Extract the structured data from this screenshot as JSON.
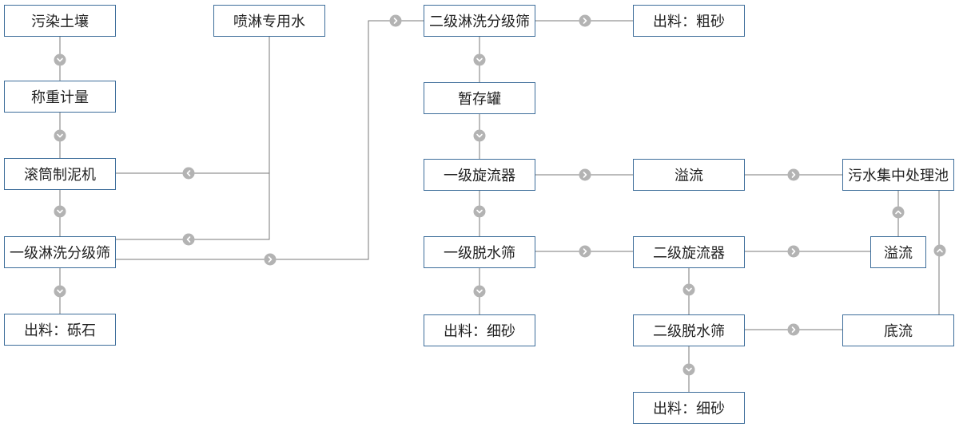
{
  "nodes": {
    "contaminated_soil": "污染土壤",
    "weighing": "称重计量",
    "drum_mud_machine": "滚筒制泥机",
    "screen1_left": "一级淋洗分级筛",
    "output_gravel": "出料：砾石",
    "spray_water": "喷淋专用水",
    "screen2": "二级淋洗分级筛",
    "output_coarse_sand": "出料：粗砂",
    "buffer_tank": "暂存罐",
    "cyclone1": "一级旋流器",
    "overflow1": "溢流",
    "wastewater_pool": "污水集中处理池",
    "dewater_screen1": "一级脱水筛",
    "output_fine_sand1": "出料：细砂",
    "cyclone2": "二级旋流器",
    "overflow2": "溢流",
    "dewater_screen2": "二级脱水筛",
    "underflow": "底流",
    "output_fine_sand2": "出料：细砂"
  },
  "colors": {
    "node_border": "#3d6d9a",
    "line": "#7a7a7a",
    "arrow_circle": "#b3b3b3",
    "arrow_chevron": "#ffffff"
  },
  "icons": {
    "arrow": "circle-chevron-icon"
  }
}
